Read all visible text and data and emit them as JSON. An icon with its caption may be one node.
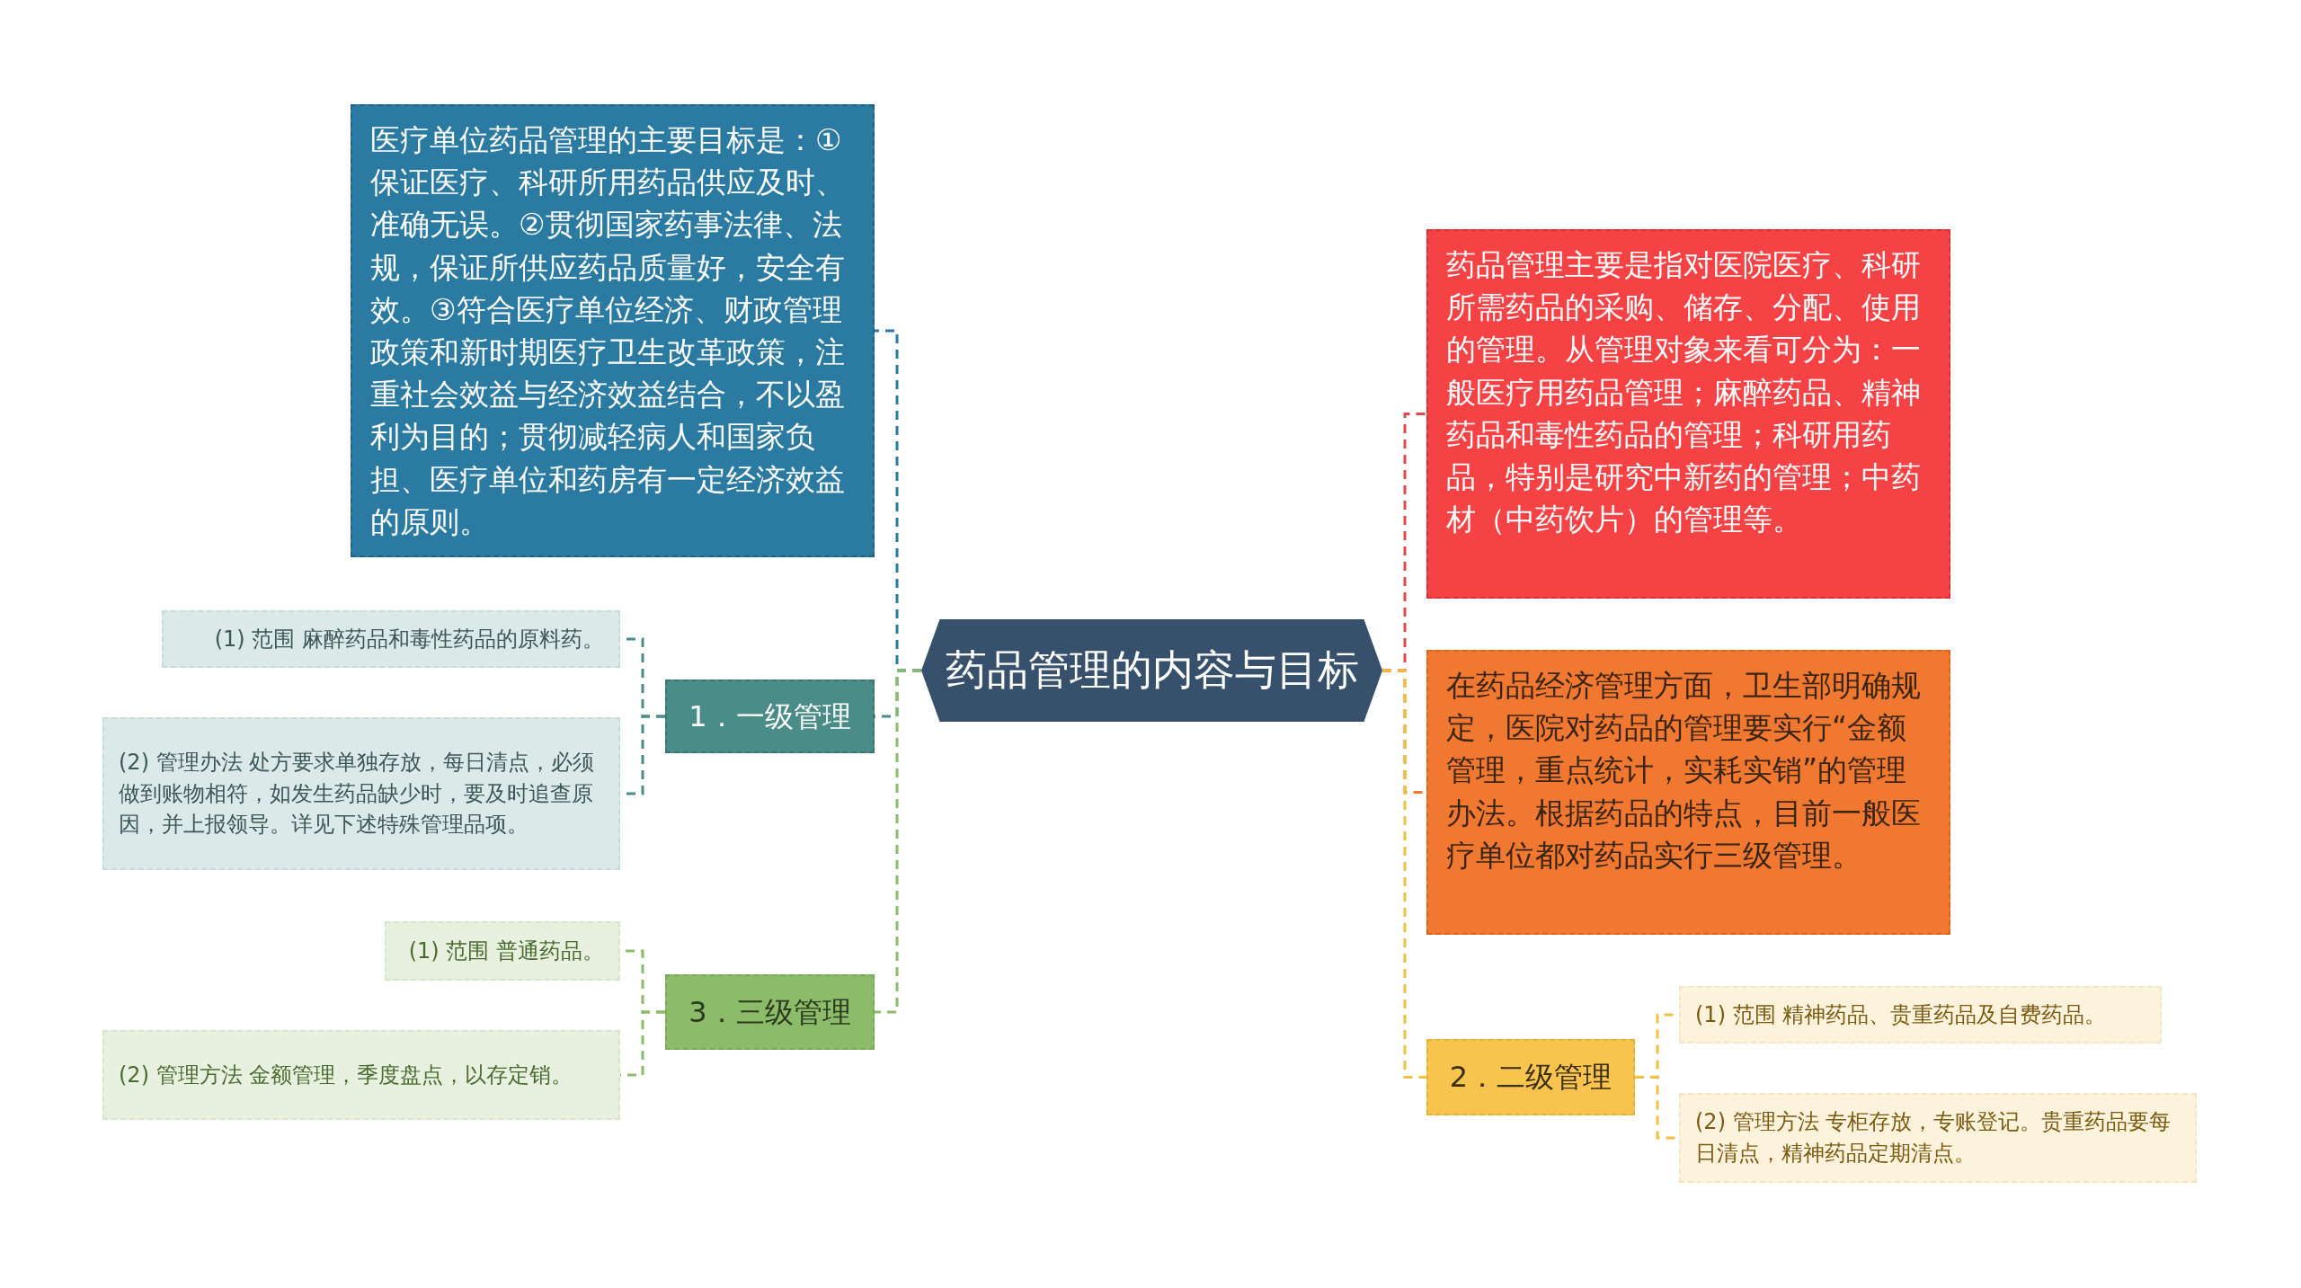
{
  "diagram": {
    "nodes": [
      {
        "text": [
          "药品管理的内容与目标"
        ]
      },
      {
        "text": [
          "医疗单位药品管理的主要目标是：①保证医疗、科研所用药品供应及时、准确无误。②贯彻国家药事法律、法规，保证所供应药品质量好，安全有效。③符合医疗单位经济、财政管理政策和新时期医疗卫生改革政策，注重社会效益与经济效益结合，不以盈利为目的；贯彻减轻病人和国家负担、医疗单位和药房有一定经济效益的原则。"
        ]
      },
      {
        "text": [
          "1．一级管理"
        ]
      },
      {
        "text": [
          "(1) 范围 麻醉药品和毒性药品的原料药。"
        ]
      },
      {
        "text": [
          "(2) 管理办法 处方要求单独存放，每日清点，必须做到账物相符，如发生药品缺少时，要及时追查原因，并上报领导。详见下述特殊管理品项。"
        ]
      },
      {
        "text": [
          "3．三级管理"
        ]
      },
      {
        "text": [
          "(1) 范围 普通药品。"
        ]
      },
      {
        "text": [
          "(2) 管理方法 金额管理，季度盘点，以存定销。"
        ]
      },
      {
        "text": [
          "药品管理主要是指对医院医疗、科研所需药品的采购、储存、分配、使用的管理。从管理对象来看可分为：一般医疗用药品管理；麻醉药品、精神药品和毒性药品的管理；科研用药品，特别是研究中新药的管理；中药材（中药饮片）的管理等。"
        ]
      },
      {
        "text": [
          "在药品经济管理方面，卫生部明确规定，医院对药品的管理要实行“金额管理，重点统计，实耗实销”的管理办法。根据药品的特点，目前一般医疗单位都对药品实行三级管理。"
        ]
      },
      {
        "text": [
          "2．二级管理"
        ]
      },
      {
        "text": [
          "(1) 范围 精神药品、贵重药品及自费药品。"
        ]
      },
      {
        "text": [
          "(2) 管理方法 专柜存放，专账登记。贵重药品要每日清点，精神药品定期清点。"
        ]
      }
    ],
    "edges": [
      {
        "from": 0,
        "to": 1,
        "arrow": "none",
        "style": "dashed",
        "color": "#2a7aa1"
      },
      {
        "from": 0,
        "to": 2,
        "arrow": "none",
        "style": "dashed",
        "color": "#4a8c87"
      },
      {
        "from": 0,
        "to": 5,
        "arrow": "none",
        "style": "dashed",
        "color": "#8cbc6a"
      },
      {
        "from": 0,
        "to": 8,
        "arrow": "none",
        "style": "dashed",
        "color": "#e0484a"
      },
      {
        "from": 0,
        "to": 9,
        "arrow": "none",
        "style": "dashed",
        "color": "#f07830"
      },
      {
        "from": 0,
        "to": 10,
        "arrow": "none",
        "style": "dashed",
        "color": "#f2bf45"
      },
      {
        "from": 2,
        "to": 3,
        "arrow": "none",
        "style": "dashed",
        "color": "#4a8c87"
      },
      {
        "from": 2,
        "to": 4,
        "arrow": "none",
        "style": "dashed",
        "color": "#4a8c87"
      },
      {
        "from": 5,
        "to": 6,
        "arrow": "none",
        "style": "dashed",
        "color": "#8cbc6a"
      },
      {
        "from": 5,
        "to": 7,
        "arrow": "none",
        "style": "dashed",
        "color": "#8cbc6a"
      },
      {
        "from": 10,
        "to": 11,
        "arrow": "none",
        "style": "dashed",
        "color": "#f2bf45"
      },
      {
        "from": 10,
        "to": 12,
        "arrow": "none",
        "style": "dashed",
        "color": "#f2bf45"
      }
    ]
  }
}
